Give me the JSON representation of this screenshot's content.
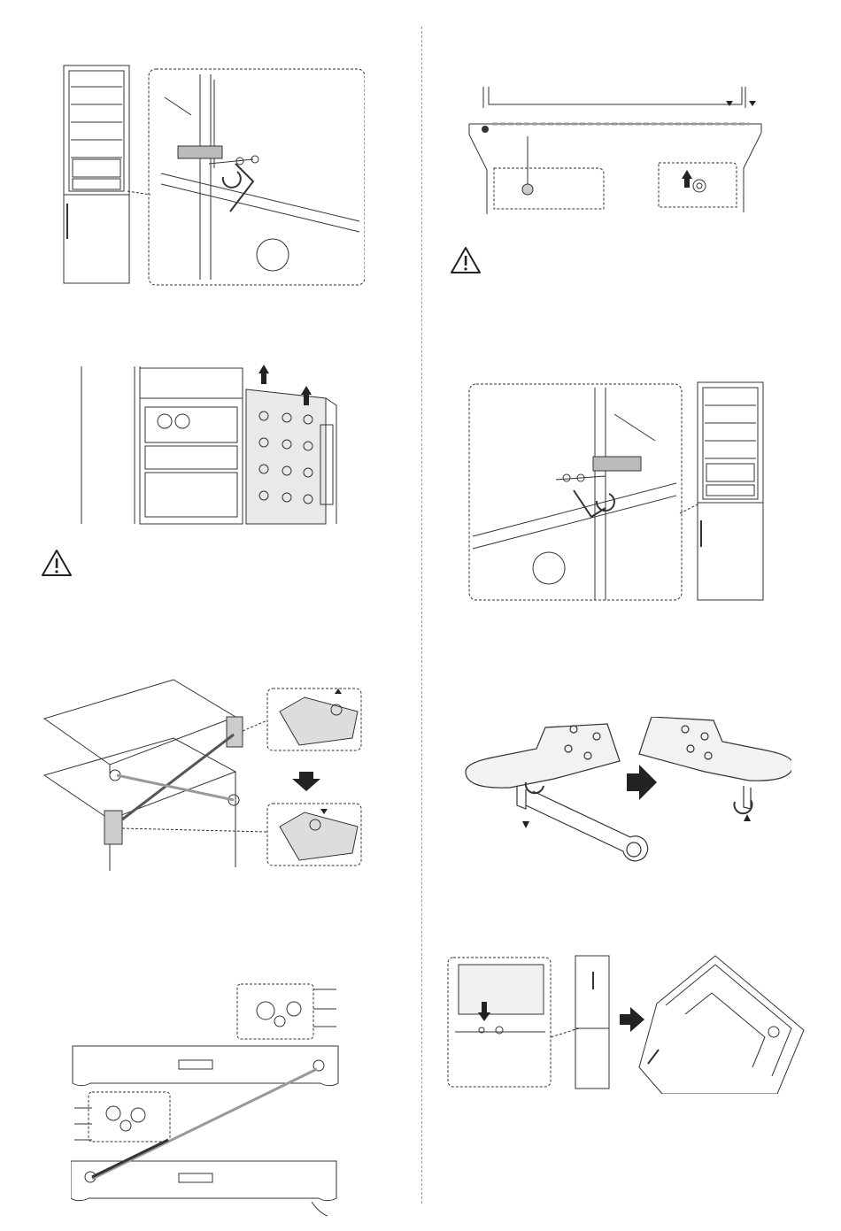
{
  "page": {
    "warning_icon": "warning-triangle-icon",
    "arrow_icon": "right-arrow-icon",
    "figures": [
      {
        "id": "fig-1",
        "icon": "hinge-screw-removal"
      },
      {
        "id": "fig-2",
        "icon": "lift-freezer-door"
      },
      {
        "id": "fig-3",
        "icon": "swap-hinge-brackets"
      },
      {
        "id": "fig-4",
        "icon": "bottom-hinge-swap"
      },
      {
        "id": "fig-5",
        "icon": "remove-top-caps"
      },
      {
        "id": "fig-6",
        "icon": "hinge-screw-install"
      },
      {
        "id": "fig-7",
        "icon": "hinge-pin-wrench"
      },
      {
        "id": "fig-8",
        "icon": "door-install"
      }
    ]
  },
  "colors": {
    "line": "#333333",
    "light": "#bdbdbd",
    "dark": "#444444"
  }
}
